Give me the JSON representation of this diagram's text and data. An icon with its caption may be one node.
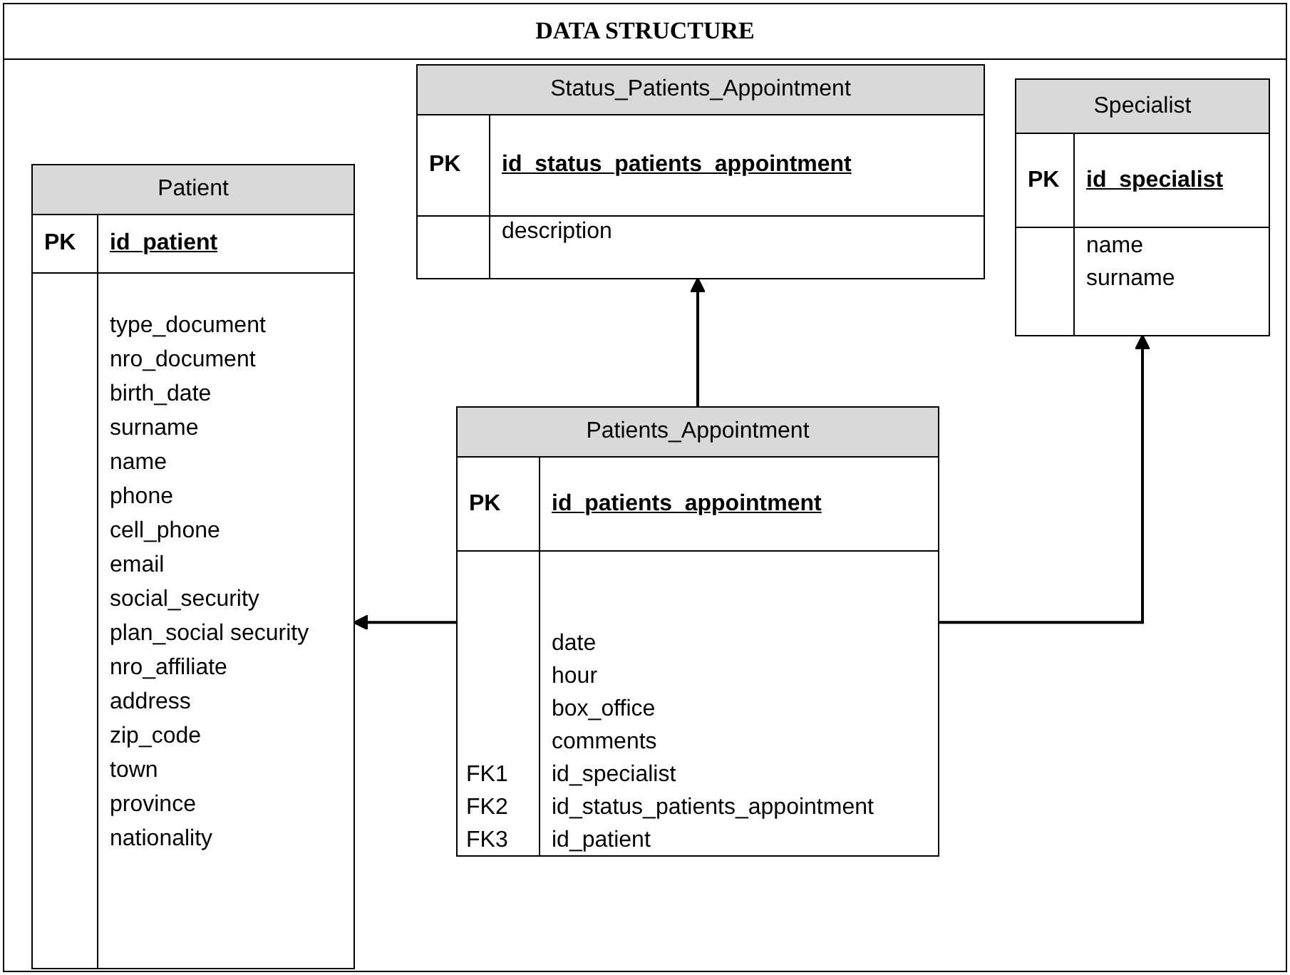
{
  "diagram": {
    "title": "DATA STRUCTURE",
    "nodes": [
      {
        "text": [
          "Status_Patients_Appointment",
          "PK",
          "id_status_patients_appointment",
          "description"
        ]
      },
      {
        "text": [
          "Specialist",
          "PK",
          "id_specialist",
          "name",
          "surname"
        ]
      },
      {
        "text": [
          "Patient",
          "PK",
          "id_patient",
          "type_document",
          "nro_document",
          "birth_date",
          "surname",
          "name",
          "phone",
          "cell_phone",
          "email",
          "social_security",
          "plan_social security",
          "nro_affiliate",
          "address",
          "zip_code",
          "town",
          "province",
          "nationality"
        ]
      },
      {
        "text": [
          "Patients_Appointment",
          "PK",
          "id_patients_appointment",
          "date",
          "hour",
          "box_office",
          "comments",
          "FK1",
          "id_specialist",
          "FK2",
          "id_status_patients_appointment",
          "FK3",
          "id_patient"
        ]
      }
    ],
    "edges": [
      {
        "from": 3,
        "to": 0,
        "arrow": "to"
      },
      {
        "from": 3,
        "to": 1,
        "arrow": "to"
      },
      {
        "from": 3,
        "to": 2,
        "arrow": "to"
      }
    ]
  }
}
